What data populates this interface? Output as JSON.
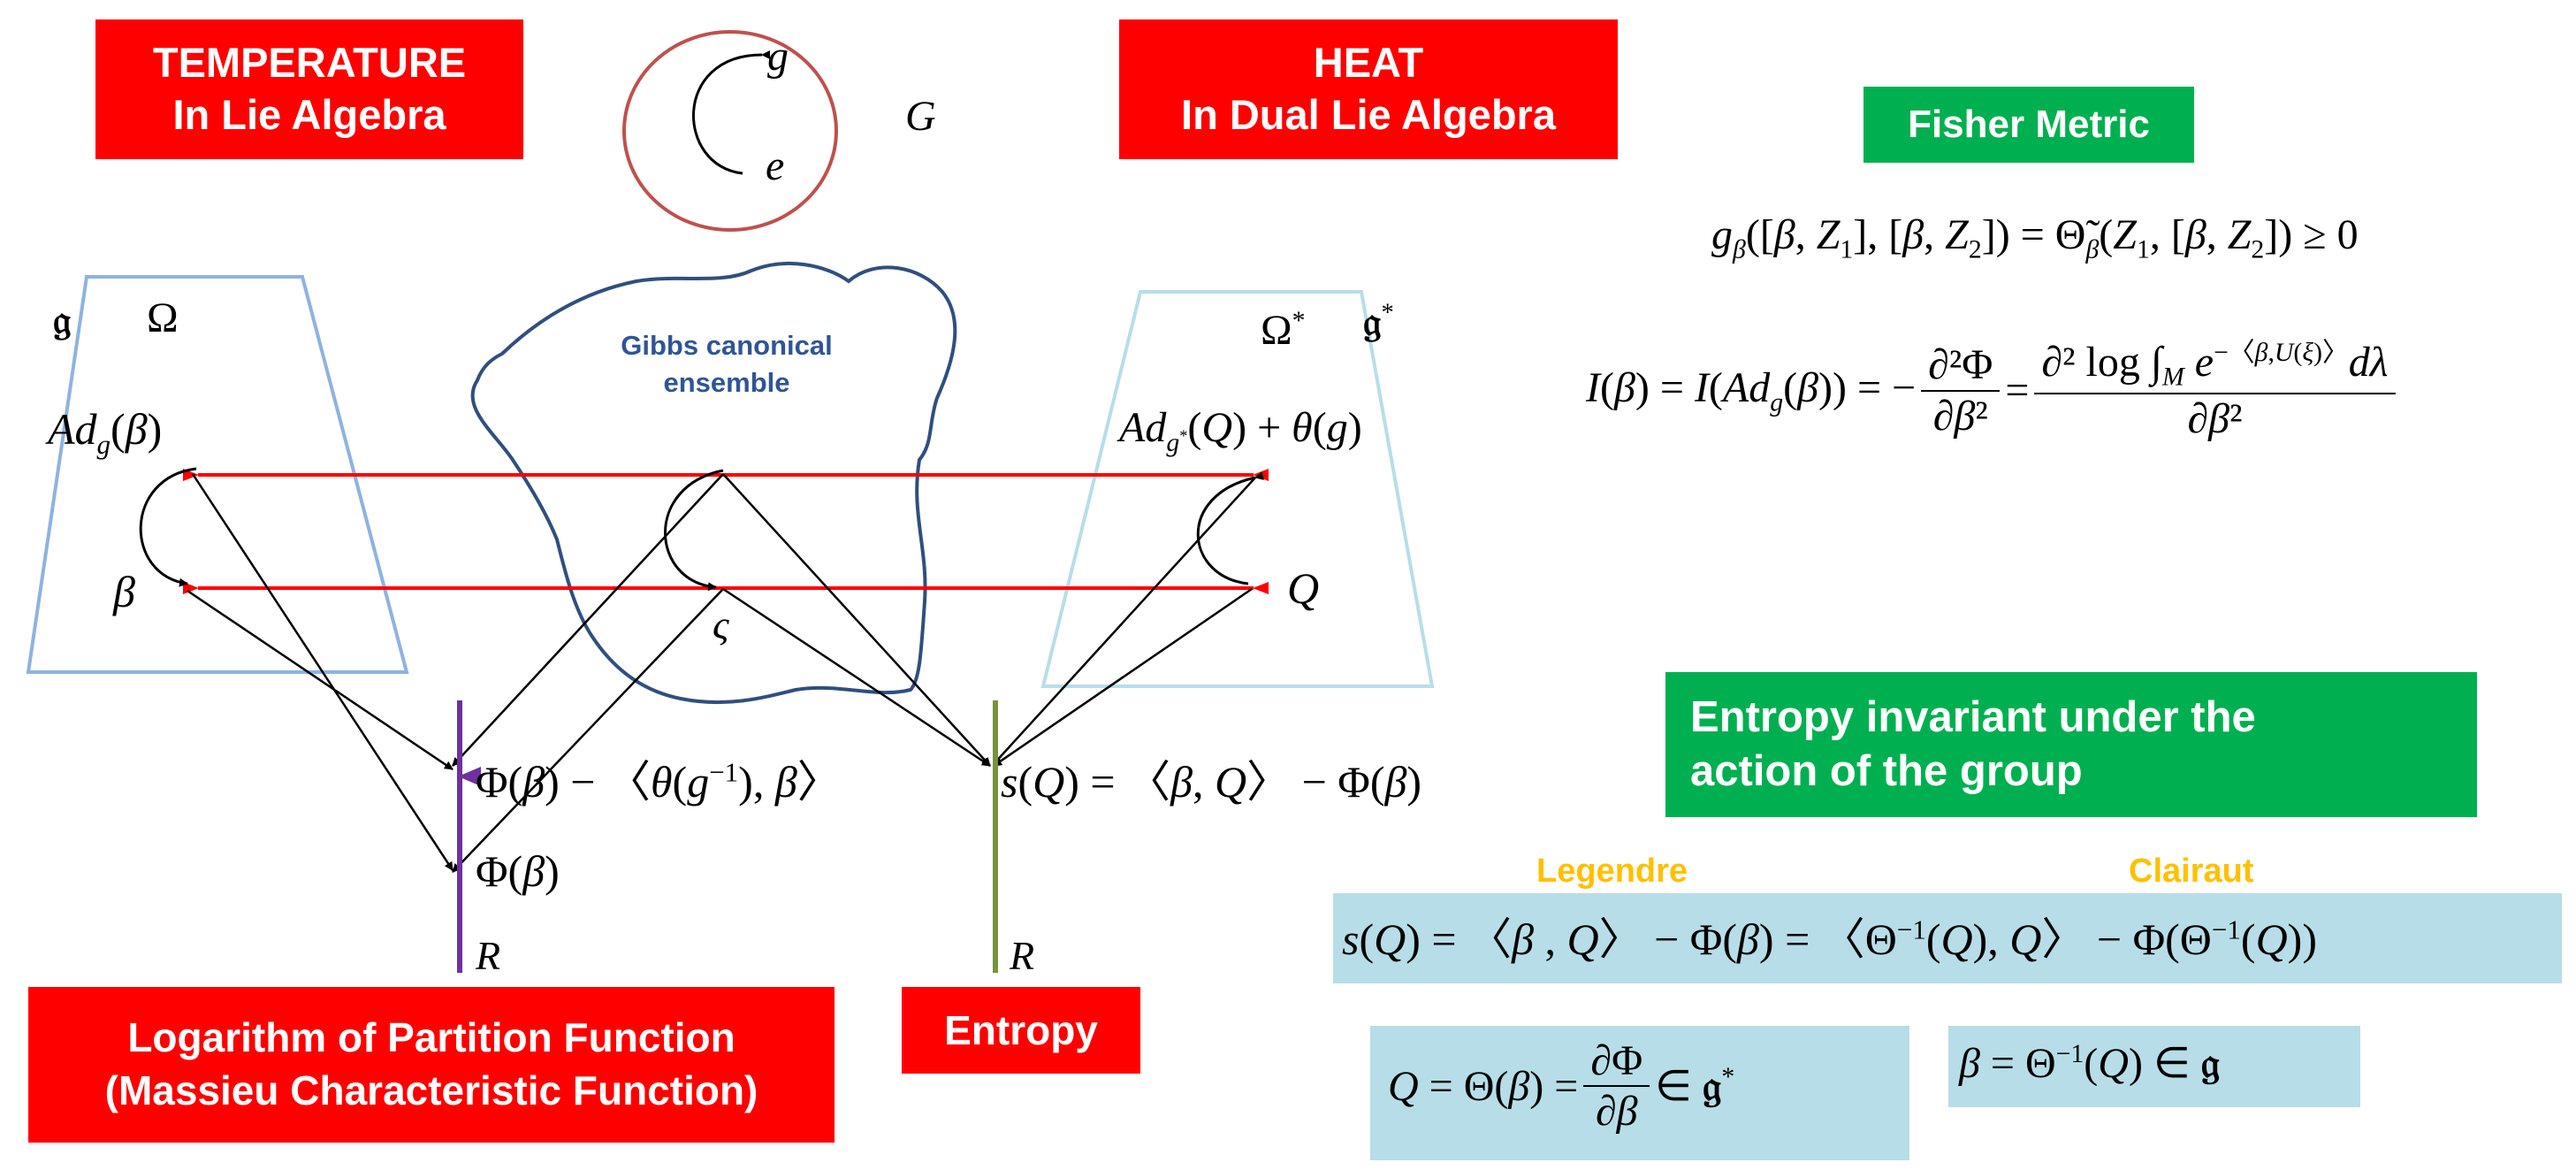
{
  "labels": {
    "temperature": {
      "line1": "TEMPERATURE",
      "line2": "In Lie Algebra"
    },
    "heat": {
      "line1": "HEAT",
      "line2": "In Dual Lie Algebra"
    },
    "fisher_metric": "Fisher Metric",
    "entropy_invariant": {
      "line1": "Entropy invariant under the",
      "line2": "action of the group"
    },
    "log_partition": {
      "line1": "Logarithm of Partition Function",
      "line2": "(Massieu Characteristic Function)"
    },
    "entropy": "Entropy",
    "legendre": "Legendre",
    "clairaut": "Clairaut",
    "gibbs": {
      "line1": "Gibbs canonical",
      "line2": "ensemble"
    }
  },
  "symbols": {
    "group_G": "G",
    "group_g": "g",
    "group_e": "e",
    "lie_algebra": "𝔤",
    "dual_lie_algebra": "𝔤",
    "dual_star": "*",
    "omega": "Ω",
    "omega_star": "Ω",
    "beta": "β",
    "varsigma": "ς",
    "Q": "Q",
    "R_left": "R",
    "R_right": "R"
  },
  "colors": {
    "red_box": "#ff0000",
    "green_box": "#00b050",
    "arrow_red": "#ff0000",
    "axis_purple": "#7030a0",
    "axis_green": "#77933c",
    "trapezoid_blue": "#8db3e2",
    "trapezoid_light": "#b7dee8",
    "circle": "#c0504d",
    "blob": "#2f4f7f",
    "panel": "#b7dde8",
    "orange": "#ffc000"
  }
}
